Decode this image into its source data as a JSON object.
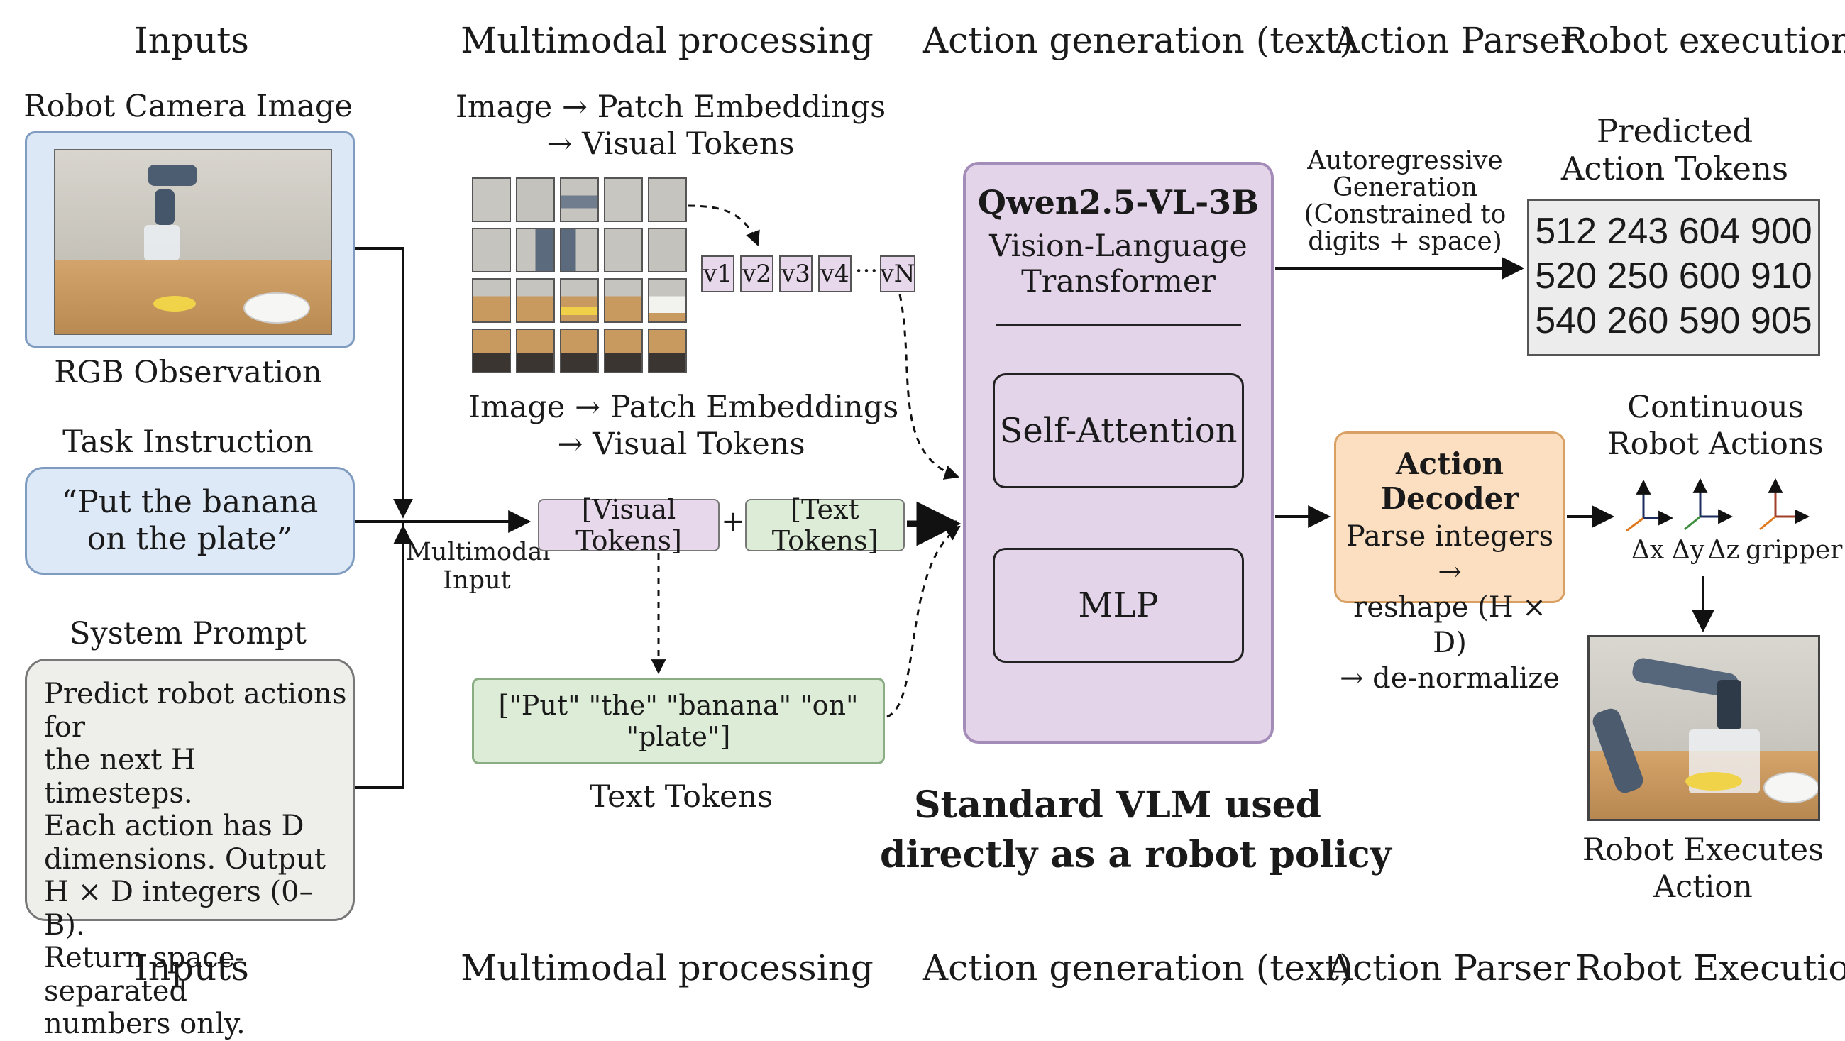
{
  "headers_top": [
    "Inputs",
    "Multimodal processing",
    "Action generation (text)",
    "Action Parser",
    "Robot execution"
  ],
  "headers_bottom": [
    "Inputs",
    "Multimodal processing",
    "Action generation (text)",
    "Action Parser",
    "Robot Execution"
  ],
  "inputs": {
    "camera_title": "Robot Camera Image",
    "camera_caption": "RGB Observation",
    "task_title": "Task Instruction",
    "task_text": [
      "“Put the banana",
      "on the plate”"
    ],
    "prompt_title": "System Prompt",
    "prompt_lines": [
      "Predict robot actions for",
      "the next H timesteps.",
      "Each action has D",
      "dimensions. Output",
      "H × D integers (0–B).",
      "Return space-separated",
      "numbers only."
    ]
  },
  "processing": {
    "patch_title": [
      "Image → Patch Embeddings",
      "→ Visual Tokens"
    ],
    "patch_caption": [
      "Image → Patch Embeddings",
      "→ Visual Tokens"
    ],
    "visual_tokens": [
      "v1",
      "v2",
      "v3",
      "v4",
      "vN"
    ],
    "ellipsis": "···",
    "multimodal_input": [
      "Multimodal",
      "Input"
    ],
    "visual_tokens_box": "[Visual Tokens]",
    "plus": "+",
    "text_tokens_box": "[Text Tokens]",
    "tokenized_text": "[\"Put\" \"the\" \"banana\" \"on\" \"plate\"]",
    "text_tokens_caption": "Text Tokens"
  },
  "model": {
    "name": "Qwen2.5-VL-3B",
    "subtitle": [
      "Vision-Language",
      "Transformer"
    ],
    "block1": "Self-Attention",
    "block2": "MLP",
    "caption": [
      "Standard VLM used",
      "directly as a robot policy"
    ]
  },
  "generation": {
    "label": [
      "Autoregressive",
      "Generation",
      "(Constrained to",
      "digits + space)"
    ],
    "predicted_title": [
      "Predicted",
      "Action Tokens"
    ],
    "predicted_rows": [
      "512 243 604 900",
      "520 250 600 910",
      "540 260 590 905"
    ]
  },
  "decoder": {
    "title": "Action Decoder",
    "lines": [
      "Parse integers →",
      "reshape (H × D)",
      "→ de-normalize"
    ]
  },
  "execution": {
    "continuous_title": [
      "Continuous",
      "Robot Actions"
    ],
    "axes": [
      "Δx",
      "Δy",
      "Δz",
      "gripper"
    ],
    "executes_caption": [
      "Robot Executes",
      "Action"
    ]
  },
  "colors": {
    "camera_bg": "#dce8f5",
    "task_bg": "#dde9f6",
    "prompt_bg": "#eeeeea",
    "visual_token_bg": "#e8d8ec",
    "text_token_bg": "#dcecd6",
    "model_bg": "#e4d4ea",
    "decoder_bg": "#fbdfc0",
    "predicted_bg": "#ececec"
  }
}
